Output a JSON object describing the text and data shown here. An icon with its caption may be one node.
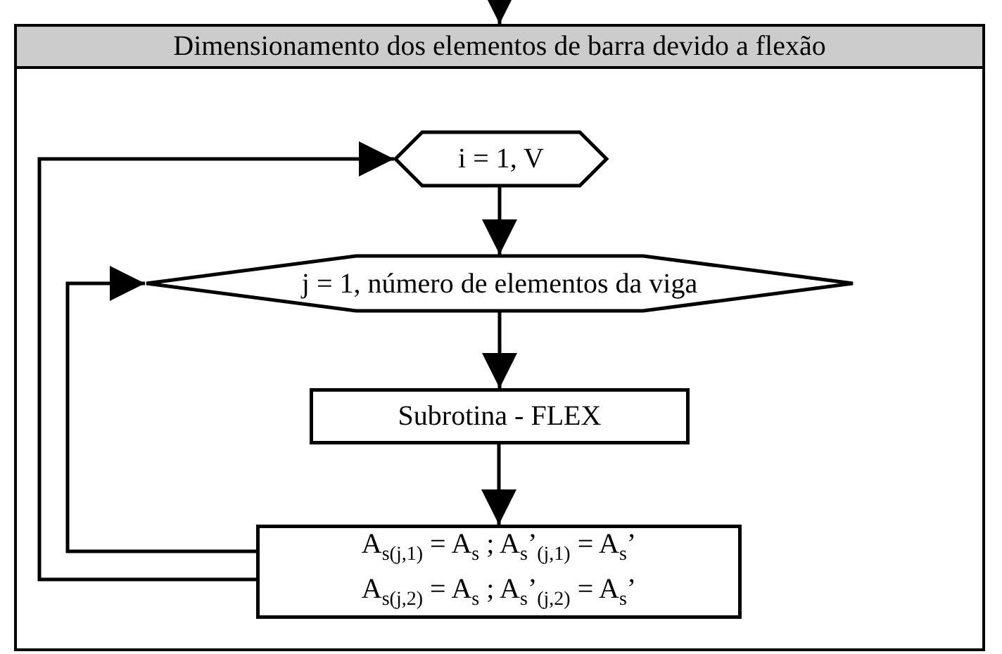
{
  "diagram": {
    "nodes": [
      {
        "text": [
          "Dimensionamento dos elementos de barra devido a flexão"
        ]
      },
      {
        "text": [
          "i = 1, V"
        ],
        "in": 0
      },
      {
        "text": [
          "j = 1, número de elementos da viga"
        ],
        "in": 0
      },
      {
        "text": [
          "Subrotina - FLEX"
        ],
        "in": 0
      },
      {
        "text": [
          "A$_{s(j,1)}$ = A$_{s}$ ;  A$_{s}$’$_{(j,1)}$ = A$_{s}$’",
          "A$_{s(j,2)}$ = A$_{s}$ ;  A$_{s}$’$_{(j,2)}$ = A$_{s}$’"
        ],
        "in": 0
      }
    ],
    "edges": [
      {
        "from": null,
        "to": 0,
        "arrow": "to"
      },
      {
        "from": 1,
        "to": 2,
        "arrow": "to"
      },
      {
        "from": 2,
        "to": 3,
        "arrow": "to"
      },
      {
        "from": 3,
        "to": 4,
        "arrow": "to"
      },
      {
        "from": 4,
        "to": 2,
        "arrow": "to"
      },
      {
        "from": 4,
        "to": 1,
        "arrow": "to"
      }
    ]
  }
}
